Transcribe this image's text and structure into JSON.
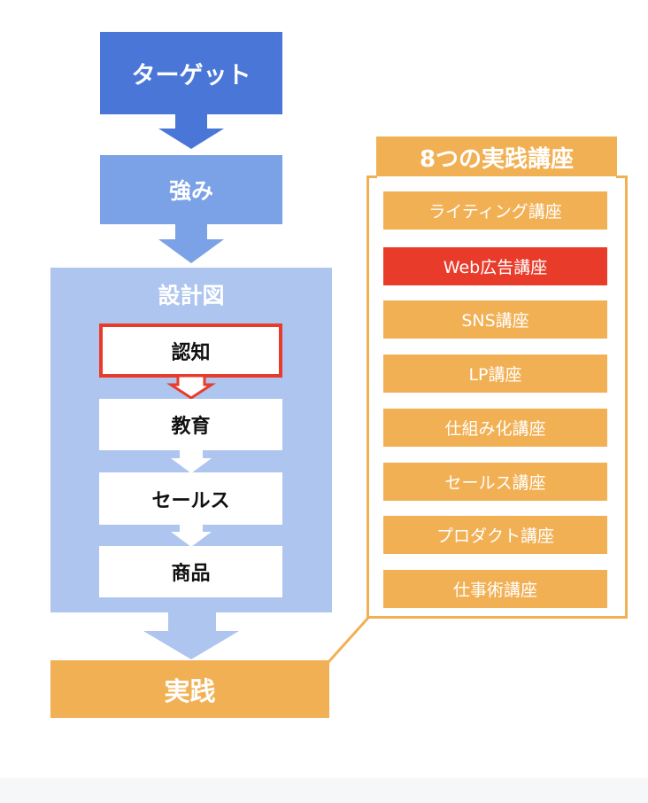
{
  "flow": {
    "target": "ターゲット",
    "strength": "強み",
    "blueprint": "設計図",
    "steps": [
      "認知",
      "教育",
      "セールス",
      "商品"
    ],
    "practice": "実践"
  },
  "courses": {
    "header": "8つの実践講座",
    "items": [
      "ライティング講座",
      "Web広告講座",
      "SNS講座",
      "LP講座",
      "仕組み化講座",
      "セールス講座",
      "プロダクト講座",
      "仕事術講座"
    ],
    "highlighted_index": 1
  },
  "colors": {
    "blue_dark": "#4a76d8",
    "blue_mid": "#7ba2e6",
    "blue_light": "#aec5f0",
    "orange": "#f2b055",
    "red": "#e93b2a"
  }
}
